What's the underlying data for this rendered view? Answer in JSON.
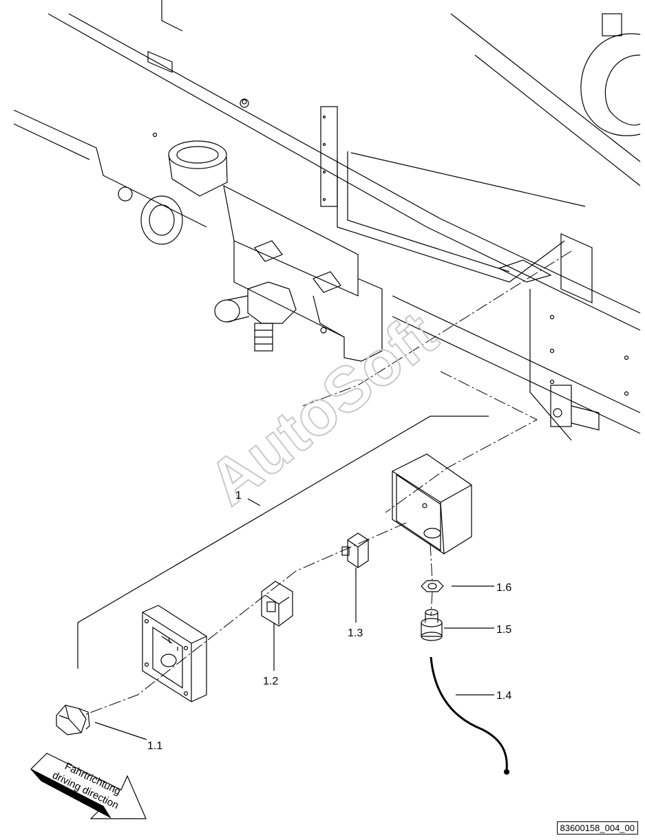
{
  "watermark": "AutoSoft",
  "drawing_id": "83600158_004_00",
  "direction_arrow": {
    "line1": "Fahrtrichtung",
    "line2": "driving direction"
  },
  "callouts": {
    "assembly": "1",
    "p1_1": "1.1",
    "p1_2": "1.2",
    "p1_3": "1.3",
    "p1_4": "1.4",
    "p1_5": "1.5",
    "p1_6": "1.6"
  }
}
